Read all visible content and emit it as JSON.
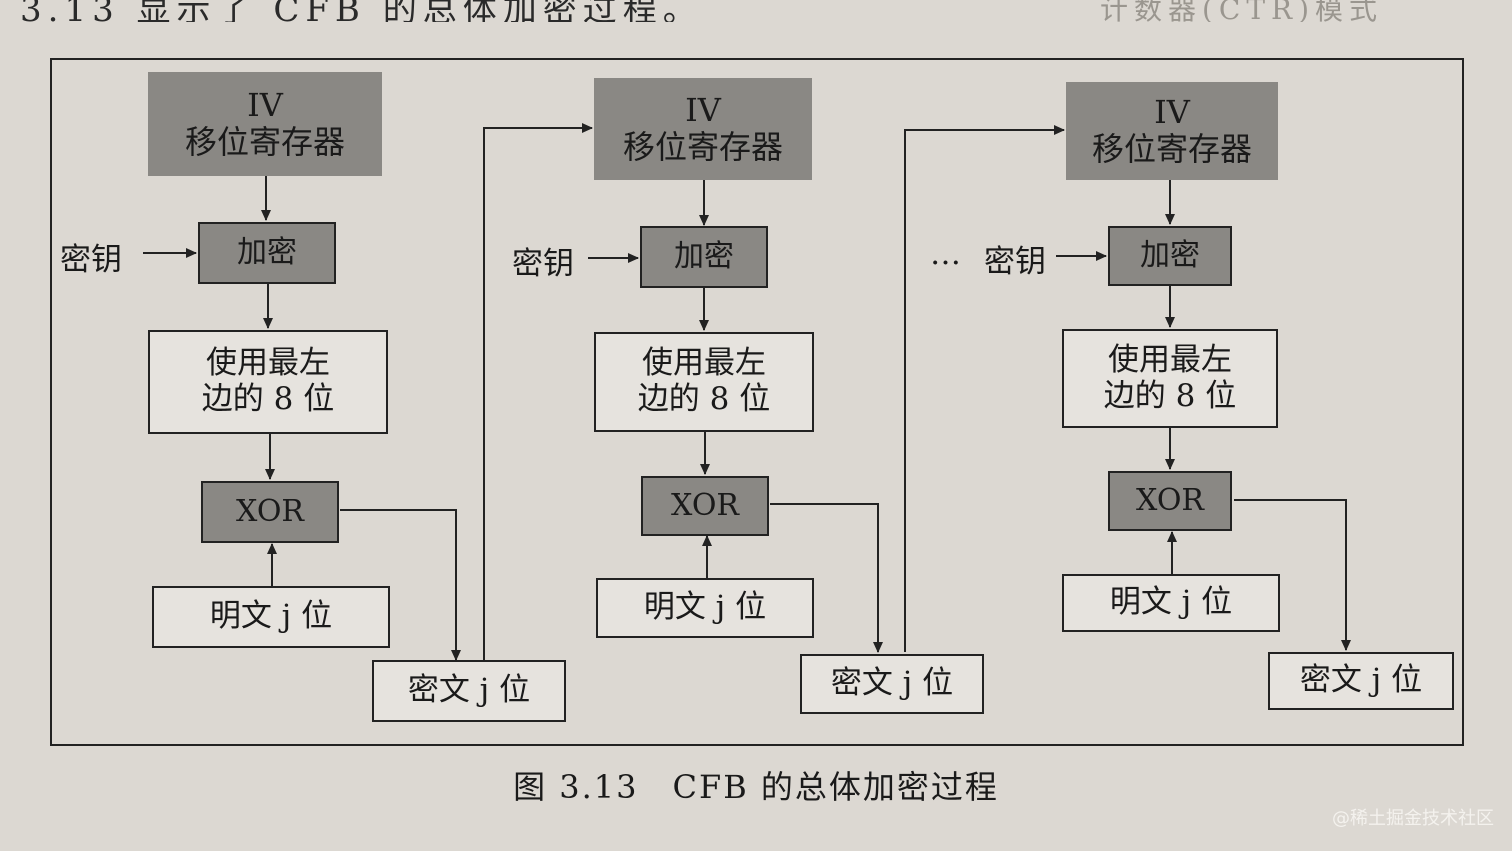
{
  "header": {
    "text": "3.13 显示了 CFB 的总体加密过程。",
    "faded": "计数器(CTR)模式"
  },
  "stages": [
    {
      "iv": "IV",
      "register": "移位寄存器",
      "key": "密钥",
      "encrypt": "加密",
      "select_line1": "使用最左",
      "select_line2": "边的 8 位",
      "xor": "XOR",
      "plaintext": "明文 j 位",
      "ciphertext": "密文 j 位"
    },
    {
      "iv": "IV",
      "register": "移位寄存器",
      "key": "密钥",
      "encrypt": "加密",
      "select_line1": "使用最左",
      "select_line2": "边的 8 位",
      "xor": "XOR",
      "plaintext": "明文 j 位",
      "ciphertext": "密文 j 位"
    },
    {
      "iv": "IV",
      "register": "移位寄存器",
      "key": "密钥",
      "encrypt": "加密",
      "select_line1": "使用最左",
      "select_line2": "边的 8 位",
      "xor": "XOR",
      "plaintext": "明文 j 位",
      "ciphertext": "密文 j 位"
    }
  ],
  "ellipsis": "…",
  "caption": "图 3.13　CFB 的总体加密过程",
  "watermark": "@稀土掘金技术社区"
}
